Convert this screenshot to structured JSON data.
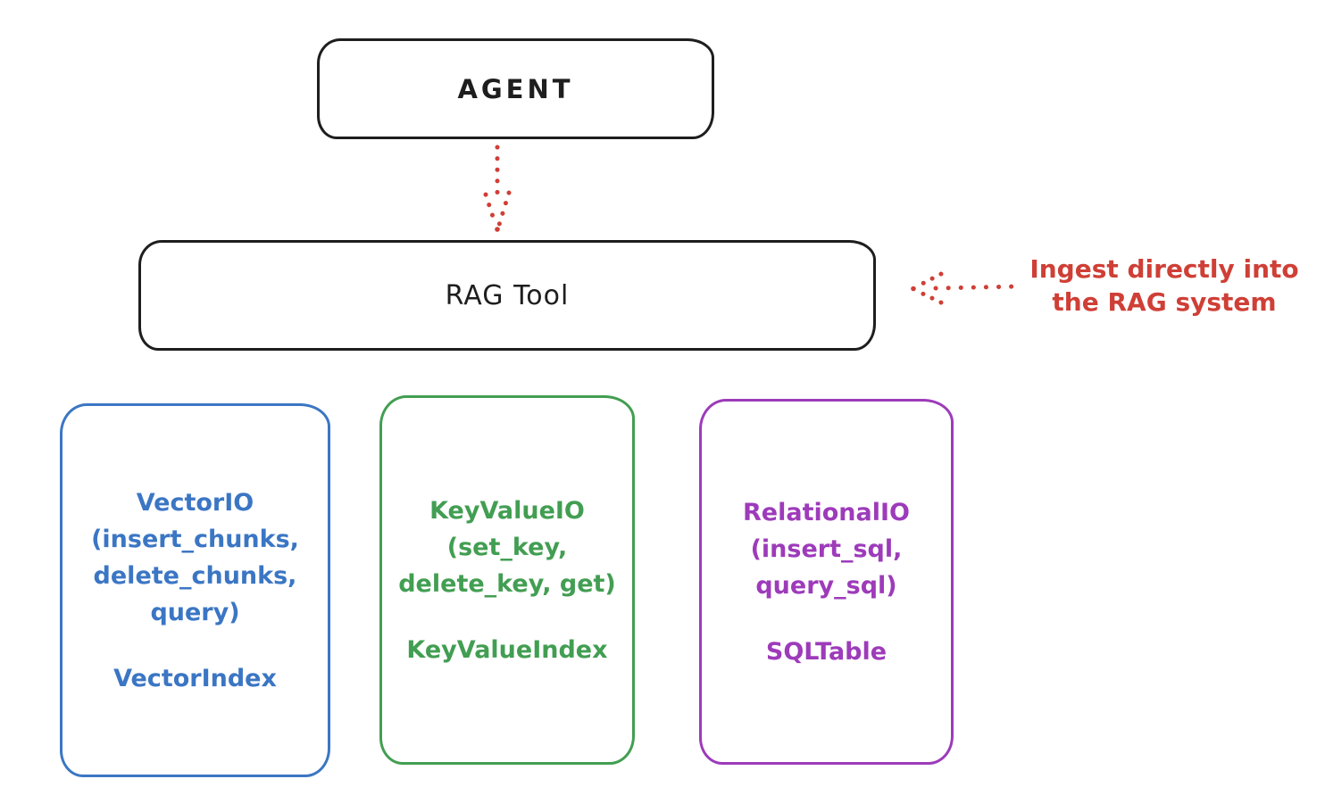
{
  "colors": {
    "background": "#ffffff",
    "ink": "#1e1e1e",
    "red": "#cf3f36",
    "blue": "#3b76c4",
    "green": "#429e52",
    "purple": "#9d3bba"
  },
  "nodes": {
    "agent": {
      "label": "AGENT"
    },
    "rag_tool": {
      "label": "RAG Tool"
    },
    "vector_io": {
      "lines": [
        "VectorIO",
        "(insert_chunks,",
        "delete_chunks,",
        "query)"
      ],
      "index_label": "VectorIndex"
    },
    "key_value_io": {
      "lines": [
        "KeyValueIO",
        "(set_key,",
        "delete_key, get)"
      ],
      "index_label": "KeyValueIndex"
    },
    "relational_io": {
      "lines": [
        "RelationalIO",
        "(insert_sql,",
        "query_sql)"
      ],
      "index_label": "SQLTable"
    }
  },
  "annotation": {
    "lines": [
      "Ingest directly into",
      "the RAG system"
    ]
  },
  "icons": {
    "arrow_down": "dotted-arrow-down",
    "arrow_left": "dotted-arrow-left"
  }
}
